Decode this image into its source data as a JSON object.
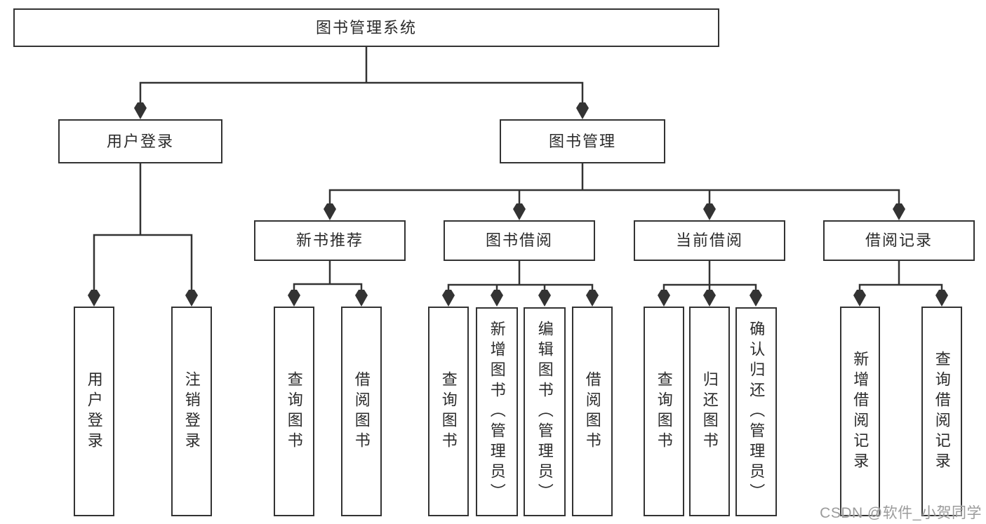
{
  "diagram": {
    "root": {
      "label": "图书管理系统"
    },
    "branches": [
      {
        "label": "用户登录",
        "children": [
          {
            "label": "用户登录"
          },
          {
            "label": "注销登录"
          }
        ]
      },
      {
        "label": "图书管理",
        "children": [
          {
            "label": "新书推荐",
            "children": [
              {
                "label": "查询图书"
              },
              {
                "label": "借阅图书"
              }
            ]
          },
          {
            "label": "图书借阅",
            "children": [
              {
                "label": "查询图书"
              },
              {
                "label": "新增图书（管理员）"
              },
              {
                "label": "编辑图书（管理员）"
              },
              {
                "label": "借阅图书"
              }
            ]
          },
          {
            "label": "当前借阅",
            "children": [
              {
                "label": "查询图书"
              },
              {
                "label": "归还图书"
              },
              {
                "label": "确认归还（管理员）"
              }
            ]
          },
          {
            "label": "借阅记录",
            "children": [
              {
                "label": "新增借阅记录"
              },
              {
                "label": "查询借阅记录"
              }
            ]
          }
        ]
      }
    ]
  },
  "watermark": {
    "text": "CSDN @软件_小贺同学"
  },
  "colors": {
    "line": "#333333",
    "text": "#2b2b2b",
    "watermark": "#9b9b9b",
    "background": "#ffffff"
  }
}
